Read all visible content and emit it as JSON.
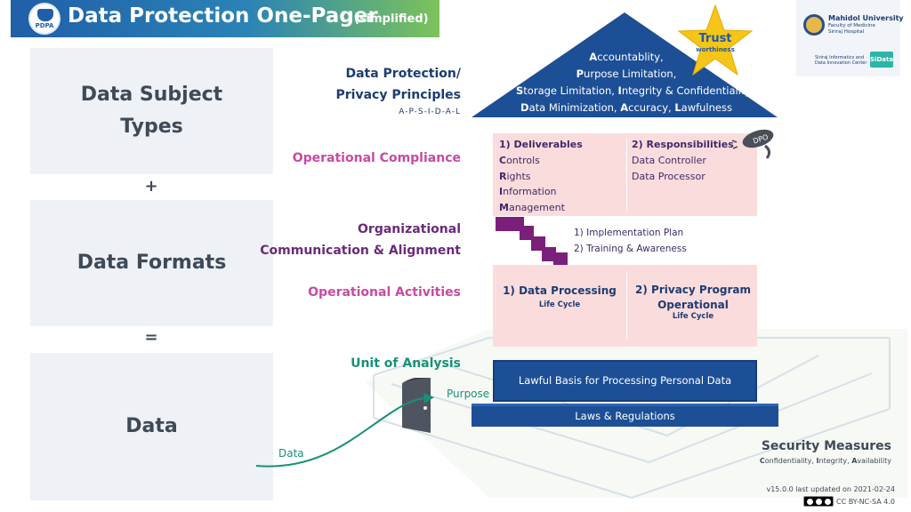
{
  "header": {
    "logo_text": "PDPA",
    "title": "Data Protection One-Pager",
    "subtitle": "(simplified)"
  },
  "institution": {
    "name": "Mahidol University",
    "faculty": "Faculty of Medicine",
    "hospital": "Siriraj Hospital",
    "center_line1": "Siriraj Informatics and",
    "center_line2": "Data Innovation Center",
    "center_mark": "SiData"
  },
  "left_column": {
    "box1_line1": "Data Subject",
    "box1_line2": "Types",
    "plus": "+",
    "box2": "Data Formats",
    "equals": "=",
    "box3": "Data"
  },
  "principles": {
    "label_line1": "Data Protection/",
    "label_line2": "Privacy Principles",
    "acronym": "A-P-S-I-D-A-L",
    "roof_lines": [
      {
        "cap": "A",
        "rest": "ccountablity,"
      },
      {
        "cap": "P",
        "rest": "urpose Limitation,"
      },
      {
        "cap": "S",
        "rest": "torage Limitation, ",
        "cap2": "I",
        "rest2": "ntegrity & Confidentiality"
      },
      {
        "cap": "D",
        "rest": "ata Minimization, ",
        "cap2": "A",
        "rest2": "ccuracy, ",
        "cap3": "L",
        "rest3": "awfulness"
      }
    ],
    "star_title": "Trust",
    "star_sub": "worthiness"
  },
  "compliance": {
    "label": "Operational Compliance",
    "left_heading": "1) Deliverables",
    "left_items": [
      {
        "cap": "C",
        "rest": "ontrols"
      },
      {
        "cap": "R",
        "rest": "ights"
      },
      {
        "cap": "I",
        "rest": "nformation"
      },
      {
        "cap": "M",
        "rest": "anagement"
      }
    ],
    "right_heading": "2) Responsibilities",
    "right_items": [
      "Data Controller",
      "Data Processor"
    ],
    "dpo": "DPO"
  },
  "organizational": {
    "label_line1": "Organizational",
    "label_line2": "Communication & Alignment",
    "item1": "1) Implementation Plan",
    "item2": "2) Training & Awareness"
  },
  "activities": {
    "label": "Operational Activities",
    "left_title": "1) Data Processing",
    "left_sub": "Life Cycle",
    "right_title_line1": "2) Privacy Program",
    "right_title_line2": "Operational",
    "right_sub": "Life Cycle"
  },
  "foundation": {
    "unit_label": "Unit of Analysis",
    "lawful_basis": "Lawful Basis for Processing Personal Data",
    "laws": "Laws & Regulations",
    "purpose": "Purpose",
    "data_arrow": "Data"
  },
  "security": {
    "title": "Security Measures",
    "sub_caps": [
      "C",
      "I",
      "A"
    ],
    "sub_rests": [
      "onfidentiality, ",
      "ntegrity, ",
      "vailability"
    ]
  },
  "footer": {
    "version": "v15.0.0 last updated on 2021-02-24",
    "license": "CC BY-NC-SA 4.0"
  },
  "colors": {
    "navy": "#1d3c72",
    "magenta": "#c84aa2",
    "purple": "#6b2a7a",
    "teal": "#18907a",
    "pink_panel": "#fbdcdc",
    "roof_blue": "#1d4f96",
    "star_gold": "#f5c518"
  }
}
